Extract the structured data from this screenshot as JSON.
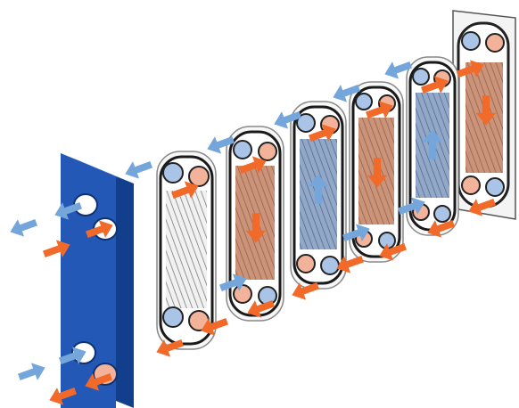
{
  "diagram": {
    "plates": [
      {
        "kind": "frame-plate"
      },
      {
        "kind": "gasket-plate",
        "channel": "neutral"
      },
      {
        "kind": "gasket-plate",
        "channel": "hot"
      },
      {
        "kind": "gasket-plate",
        "channel": "cold"
      },
      {
        "kind": "gasket-plate",
        "channel": "hot"
      },
      {
        "kind": "gasket-plate",
        "channel": "cold"
      },
      {
        "kind": "pressure-plate",
        "channel": "hot"
      }
    ],
    "colors": {
      "hot": "#f26a2a",
      "cold": "#74a6dc",
      "frame": "#2458b6",
      "hot_fill": "#c9947a",
      "cold_fill": "#8fa4c4",
      "gasket": "#151515",
      "port_hot": "#f3b39a",
      "port_cold": "#a9c4e6"
    }
  }
}
